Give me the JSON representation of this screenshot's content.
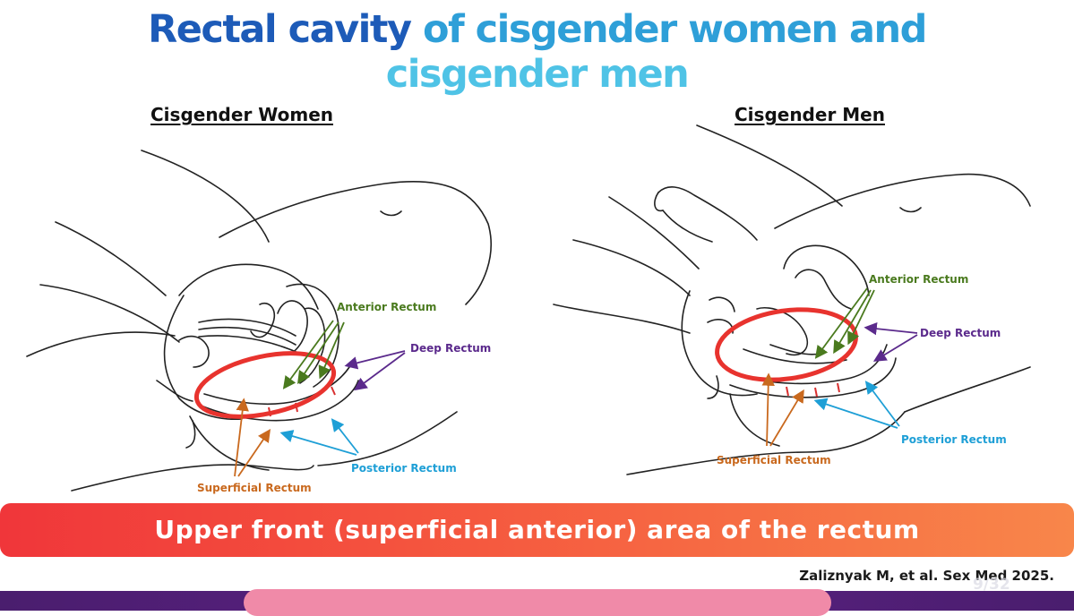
{
  "title": {
    "part1": "Rectal cavity ",
    "part2": "of cisgender women and",
    "part3": "cisgender men"
  },
  "panels": {
    "women": {
      "heading": "Cisgender Women",
      "labels": {
        "anterior": "Anterior Rectum",
        "deep": "Deep Rectum",
        "posterior": "Posterior Rectum",
        "superficial": "Superficial Rectum"
      }
    },
    "men": {
      "heading": "Cisgender Men",
      "labels": {
        "anterior": "Anterior Rectum",
        "deep": "Deep Rectum",
        "posterior": "Posterior Rectum",
        "superficial": "Superficial Rectum"
      }
    }
  },
  "banner": {
    "text": "Upper front (superficial anterior) area of the rectum"
  },
  "citation": "Zaliznyak M, et al. Sex Med 2025.",
  "page_number": "9/32",
  "colors": {
    "title_dark": "#1d5bb8",
    "title_light": "#4fc3e6",
    "anterior": "#4a7a1e",
    "deep": "#5b2a8c",
    "posterior": "#1e9fd6",
    "superficial": "#c9691e",
    "highlight_circle": "#e8332e",
    "banner": "#f0363a",
    "footer": "#4a1e6e"
  }
}
